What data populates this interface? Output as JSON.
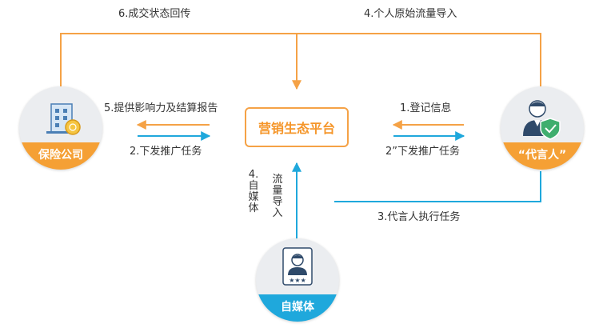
{
  "platform": {
    "label": "营销生态平台"
  },
  "nodes": {
    "insurer": {
      "label": "保险公司"
    },
    "spokesperson": {
      "label": "“代言人”"
    },
    "media": {
      "label": "自媒体"
    }
  },
  "flows": {
    "status_return": "6.成交状态回传",
    "personal_traffic": "4.个人原始流量导入",
    "report": "5.提供影响力及结算报告",
    "issue_task_insurer": "2.下发推广任务",
    "register": "1.登记信息",
    "issue_task_spokesperson": "2”下发推广任务",
    "execute_task": "3.代言人执行任务",
    "media_traffic_a": "4.自媒体",
    "media_traffic_b": "流量导入"
  },
  "colors": {
    "orange": "#f5a246",
    "blue": "#1fa8dc",
    "node_bg": "#ebedf0",
    "text": "#333333"
  }
}
